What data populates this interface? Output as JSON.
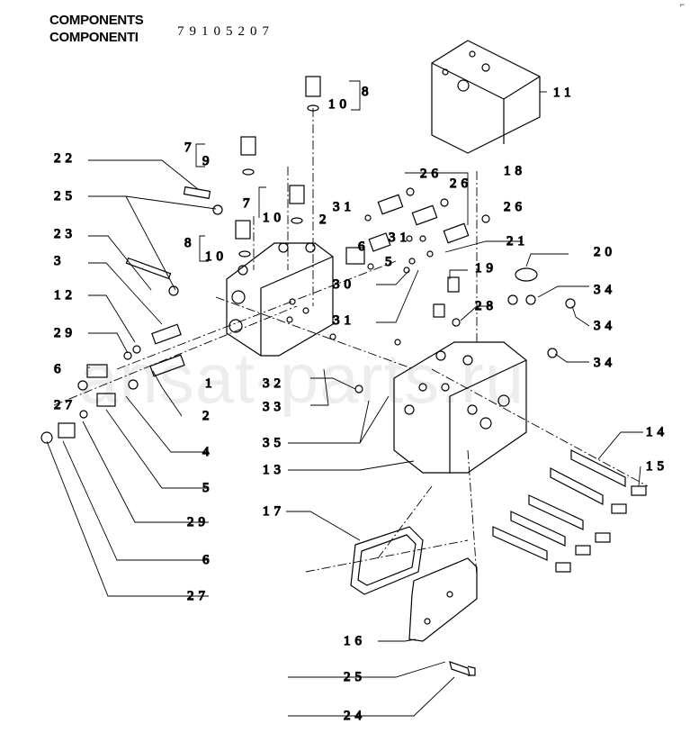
{
  "header": {
    "line1": "COMPONENTS",
    "line2": "COMPONENTI",
    "code": "79105207"
  },
  "watermark": "ansat-parts.ru",
  "labels": [
    {
      "id": "l-11",
      "text": "11"
    },
    {
      "id": "l-8a",
      "text": "8"
    },
    {
      "id": "l-10a",
      "text": "10"
    },
    {
      "id": "l-7a",
      "text": "7"
    },
    {
      "id": "l-9",
      "text": "9"
    },
    {
      "id": "l-22",
      "text": "22"
    },
    {
      "id": "l-25a",
      "text": "25"
    },
    {
      "id": "l-7b",
      "text": "7"
    },
    {
      "id": "l-10b",
      "text": "10"
    },
    {
      "id": "l-2a",
      "text": "2"
    },
    {
      "id": "l-31a",
      "text": "31"
    },
    {
      "id": "l-26a",
      "text": "26"
    },
    {
      "id": "l-26b",
      "text": "26"
    },
    {
      "id": "l-18",
      "text": "18"
    },
    {
      "id": "l-26c",
      "text": "26"
    },
    {
      "id": "l-23",
      "text": "23"
    },
    {
      "id": "l-8b",
      "text": "8"
    },
    {
      "id": "l-10c",
      "text": "10"
    },
    {
      "id": "l-6a",
      "text": "6"
    },
    {
      "id": "l-5a",
      "text": "5"
    },
    {
      "id": "l-31b",
      "text": "31"
    },
    {
      "id": "l-21",
      "text": "21"
    },
    {
      "id": "l-3",
      "text": "3"
    },
    {
      "id": "l-20",
      "text": "20"
    },
    {
      "id": "l-30",
      "text": "30"
    },
    {
      "id": "l-19",
      "text": "19"
    },
    {
      "id": "l-34a",
      "text": "34"
    },
    {
      "id": "l-12",
      "text": "12"
    },
    {
      "id": "l-28",
      "text": "28"
    },
    {
      "id": "l-31c",
      "text": "31"
    },
    {
      "id": "l-34b",
      "text": "34"
    },
    {
      "id": "l-29a",
      "text": "29"
    },
    {
      "id": "l-34c",
      "text": "34"
    },
    {
      "id": "l-6b",
      "text": "6"
    },
    {
      "id": "l-1",
      "text": "1"
    },
    {
      "id": "l-32",
      "text": "32"
    },
    {
      "id": "l-27a",
      "text": "27"
    },
    {
      "id": "l-33",
      "text": "33"
    },
    {
      "id": "l-2b",
      "text": "2"
    },
    {
      "id": "l-14",
      "text": "14"
    },
    {
      "id": "l-35",
      "text": "35"
    },
    {
      "id": "l-15",
      "text": "15"
    },
    {
      "id": "l-4",
      "text": "4"
    },
    {
      "id": "l-13",
      "text": "13"
    },
    {
      "id": "l-5b",
      "text": "5"
    },
    {
      "id": "l-17",
      "text": "17"
    },
    {
      "id": "l-29b",
      "text": "29"
    },
    {
      "id": "l-6c",
      "text": "6"
    },
    {
      "id": "l-27b",
      "text": "27"
    },
    {
      "id": "l-16",
      "text": "16"
    },
    {
      "id": "l-25b",
      "text": "25"
    },
    {
      "id": "l-24",
      "text": "24"
    }
  ]
}
